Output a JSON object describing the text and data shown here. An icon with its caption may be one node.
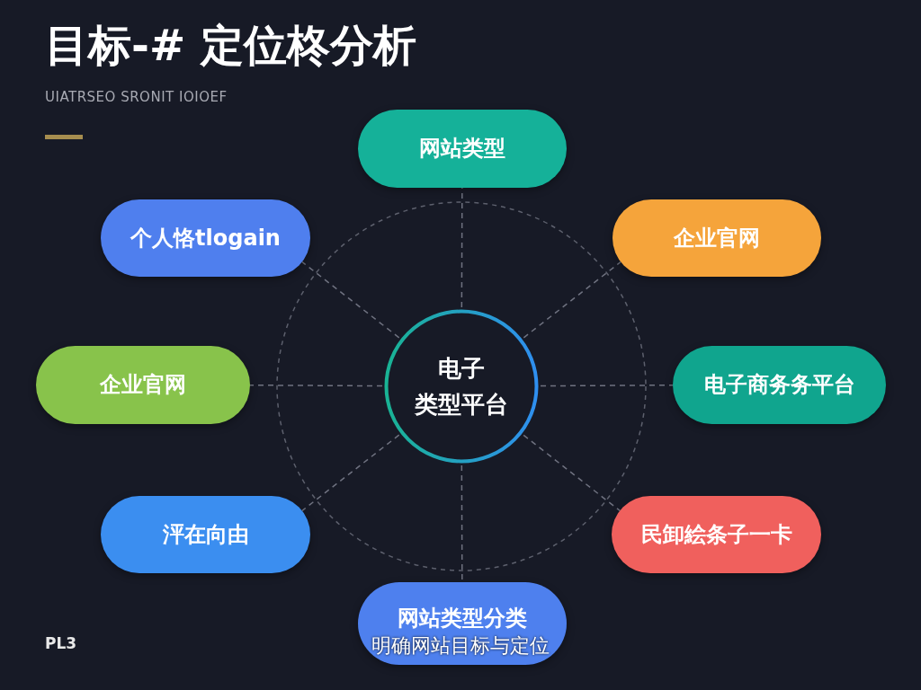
{
  "diagram": {
    "title": "目标-# 定位柊分析",
    "caption": "明确网站目标与定位",
    "nodes": [
      {
        "text": [
          "电子",
          "类型平台"
        ]
      },
      {
        "text": [
          "网站类型"
        ]
      },
      {
        "text": [
          "企业官网"
        ]
      },
      {
        "text": [
          "电子商务务平台"
        ]
      },
      {
        "text": [
          "民卸絵条子一卡"
        ]
      },
      {
        "text": [
          "网站类型分类"
        ]
      },
      {
        "text": [
          "泙在向由"
        ]
      },
      {
        "text": [
          "企业官网"
        ]
      },
      {
        "text": [
          "个人恪tlogain"
        ]
      }
    ],
    "edges": [
      {
        "from": 0,
        "to": 1,
        "arrow": "none",
        "style": "dashed"
      },
      {
        "from": 0,
        "to": 2,
        "arrow": "none",
        "style": "dashed"
      },
      {
        "from": 0,
        "to": 3,
        "arrow": "none",
        "style": "dashed"
      },
      {
        "from": 0,
        "to": 4,
        "arrow": "none",
        "style": "dashed"
      },
      {
        "from": 0,
        "to": 5,
        "arrow": "none",
        "style": "dashed"
      },
      {
        "from": 0,
        "to": 6,
        "arrow": "none",
        "style": "dashed"
      },
      {
        "from": 0,
        "to": 7,
        "arrow": "none",
        "style": "dashed"
      },
      {
        "from": 0,
        "to": 8,
        "arrow": "none",
        "style": "dashed"
      }
    ],
    "labels": [
      "UIATRSEO SRONIT IOIOEF",
      "PL3"
    ]
  }
}
